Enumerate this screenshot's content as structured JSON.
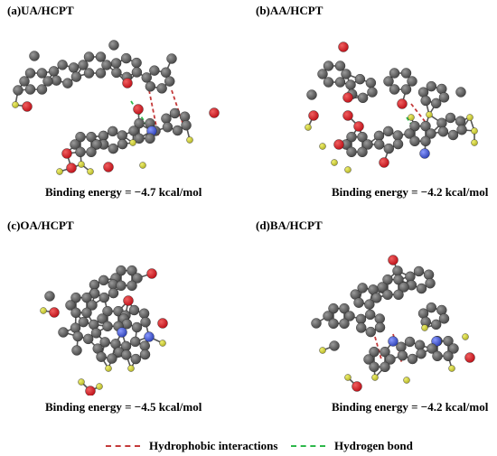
{
  "colors": {
    "carbon": "#4a4a4a",
    "oxygen": "#c0141c",
    "nitrogen": "#3346b8",
    "hydrogen": "#b5b52a",
    "hydrophobic": "#c43a3a",
    "hbond": "#2db84a"
  },
  "panels": [
    {
      "label": "(a)UA/HCPT",
      "energy": "Binding energy = −4.7 kcal/mol"
    },
    {
      "label": "(b)AA/HCPT",
      "energy": "Binding energy = −4.2 kcal/mol"
    },
    {
      "label": "(c)OA/HCPT",
      "energy": "Binding energy = −4.5 kcal/mol"
    },
    {
      "label": "(d)BA/HCPT",
      "energy": "Binding energy = −4.2 kcal/mol"
    }
  ],
  "legend": {
    "hydrophobic_label": "Hydrophobic interactions",
    "hbond_label": "Hydrogen bond"
  }
}
